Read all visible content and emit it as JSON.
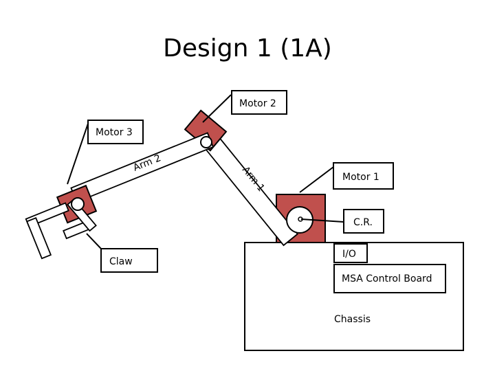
{
  "title": "Design 1 (1A)",
  "labels": {
    "motor2": "Motor 2",
    "motor3": "Motor 3",
    "motor1": "Motor 1",
    "arm2": "Arm 2",
    "arm1": "Arm 1",
    "cr": "C.R.",
    "io": "I/O",
    "claw": "Claw",
    "board": "MSA Control Board",
    "chassis": "Chassis"
  },
  "colors": {
    "motor_fill": "#c0504d",
    "outline": "#000000",
    "background": "#ffffff"
  }
}
